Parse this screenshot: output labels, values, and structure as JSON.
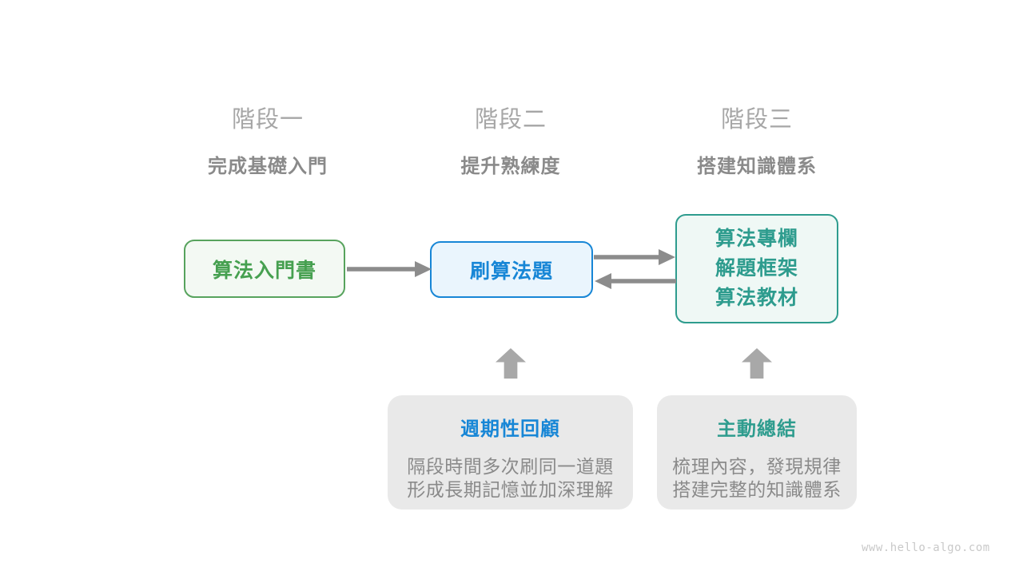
{
  "stages": [
    {
      "label": "階段一",
      "subtitle": "完成基礎入門"
    },
    {
      "label": "階段二",
      "subtitle": "提升熟練度"
    },
    {
      "label": "階段三",
      "subtitle": "搭建知識體系"
    }
  ],
  "nodes": {
    "stage1_box": {
      "label": "算法入門書"
    },
    "stage2_box": {
      "label": "刷算法題"
    },
    "stage3_box": {
      "lines": [
        "算法專欄",
        "解題框架",
        "算法教材"
      ]
    }
  },
  "callouts": {
    "review": {
      "title": "週期性回顧",
      "line1": "隔段時間多次刷同一道題",
      "line2": "形成長期記憶並加深理解"
    },
    "summary": {
      "title": "主動總結",
      "line1": "梳理內容，發現規律",
      "line2": "搭建完整的知識體系"
    }
  },
  "watermark": "www.hello-algo.com",
  "colors": {
    "stage1_accent": "#46a050",
    "stage1_border": "#57a35d",
    "stage1_fill": "#f3f9f3",
    "stage2_accent": "#1786d6",
    "stage2_fill": "#eaf5fd",
    "stage3_accent": "#2e9c8e",
    "stage3_fill": "#eff8f5",
    "callout_fill": "#e9e9e9",
    "arrow_gray": "#8c8c8c",
    "block_arrow_gray": "#a8a8a8",
    "header_gray": "#a6a6a6",
    "text_gray": "#8a8a8a",
    "watermark_gray": "#c9c9c9"
  }
}
